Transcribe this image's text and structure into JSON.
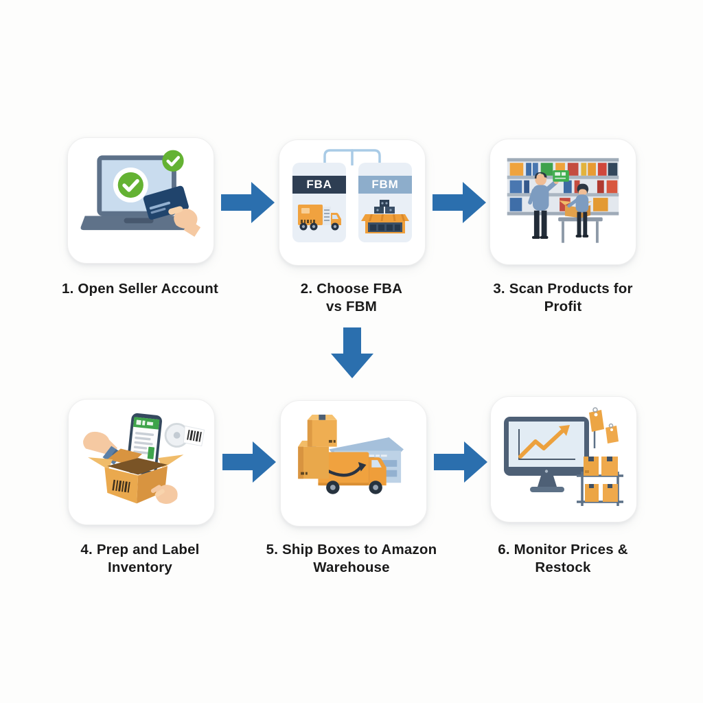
{
  "diagram": {
    "type": "process-flow",
    "rows": 2,
    "columns": 3,
    "colors": {
      "page_background": "#fdfdfc",
      "card_background": "#ffffff",
      "arrow_blue": "#2b6fae",
      "label_text": "#1a1a1a",
      "fba_header_navy": "#2e3e53",
      "fbm_header_steel_blue": "#8dadcb",
      "accent_orange": "#f0a23f",
      "cardboard_orange": "#e8a84e",
      "check_green": "#64b233",
      "slate_blue": "#5d7189",
      "panel_light_blue": "#e9eff6"
    }
  },
  "steps": [
    {
      "number": 1,
      "label_lines": [
        "1. Open Seller Account"
      ],
      "icon": "laptop-checkmark-credit-card-icon"
    },
    {
      "number": 2,
      "label_lines": [
        "2. Choose FBA",
        "vs FBM"
      ],
      "icon": "fba-vs-fbm-comparison-icon",
      "panels": [
        {
          "label": "FBA",
          "art": "delivery-truck-icon"
        },
        {
          "label": "FBM",
          "art": "storefront-icon"
        }
      ]
    },
    {
      "number": 3,
      "label_lines": [
        "3. Scan Products for",
        "Profit"
      ],
      "icon": "people-scanning-shelves-icon"
    },
    {
      "number": 4,
      "label_lines": [
        "4. Prep and Label",
        "Inventory"
      ],
      "icon": "box-phone-label-roll-icon"
    },
    {
      "number": 5,
      "label_lines": [
        "5. Ship Boxes to Amazon",
        "Warehouse"
      ],
      "icon": "truck-boxes-warehouse-icon"
    },
    {
      "number": 6,
      "label_lines": [
        "6. Monitor Prices &",
        "Restock"
      ],
      "icon": "monitor-chart-restock-shelf-icon"
    }
  ],
  "connectors": [
    {
      "type": "arrow-right",
      "from_step": 1,
      "to_step": 2
    },
    {
      "type": "arrow-right",
      "from_step": 2,
      "to_step": 3
    },
    {
      "type": "arrow-down",
      "from_row": 1,
      "to_row": 2
    },
    {
      "type": "arrow-right",
      "from_step": 4,
      "to_step": 5
    },
    {
      "type": "arrow-right",
      "from_step": 5,
      "to_step": 6
    }
  ]
}
